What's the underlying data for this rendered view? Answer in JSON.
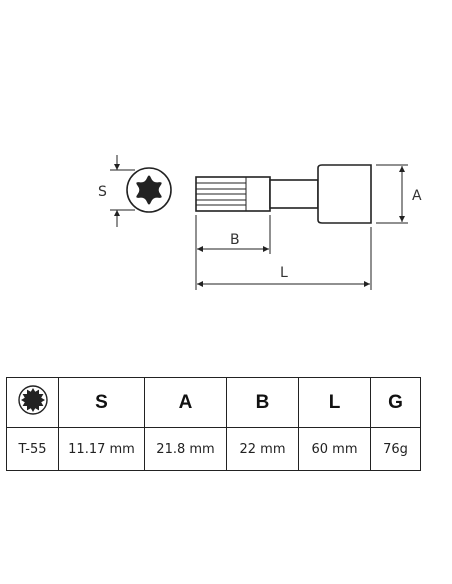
{
  "drawing": {
    "labels": {
      "s": "S",
      "a": "A",
      "b": "B",
      "l": "L"
    },
    "icons": {
      "end_view": "torx-profile-icon",
      "header": "spline-profile-icon"
    }
  },
  "table": {
    "headers": [
      "S",
      "A",
      "B",
      "L",
      "G"
    ],
    "rows": [
      {
        "cells": [
          "T-55",
          "11.17 mm",
          "21.8 mm",
          "22 mm",
          "60 mm",
          "76g"
        ]
      }
    ]
  },
  "colors": {
    "line": "#222222",
    "background": "#ffffff"
  }
}
